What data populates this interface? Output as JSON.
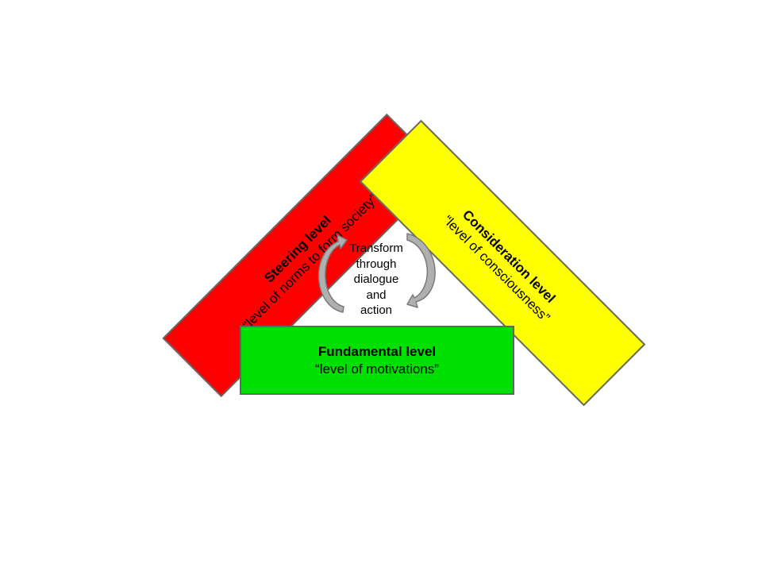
{
  "diagram": {
    "steering": {
      "title": "Steering level",
      "subtitle": "“level of norms to form society”"
    },
    "consideration": {
      "title": "Consideration level",
      "subtitle": "“level of consciousness”"
    },
    "fundamental": {
      "title": "Fundamental level",
      "subtitle": "“level of motivations”"
    },
    "center": {
      "lines": [
        "Transform",
        "through",
        "dialogue",
        "and",
        "action"
      ]
    }
  },
  "colors": {
    "steering": "#ff0000",
    "consideration": "#ffff00",
    "fundamental": "#00e000",
    "border": "#666666",
    "arrow_fill": "#b0b0b0",
    "arrow_stroke": "#7a7a7a"
  },
  "icons": [
    "cycle-arrow-left-icon",
    "cycle-arrow-right-icon"
  ]
}
